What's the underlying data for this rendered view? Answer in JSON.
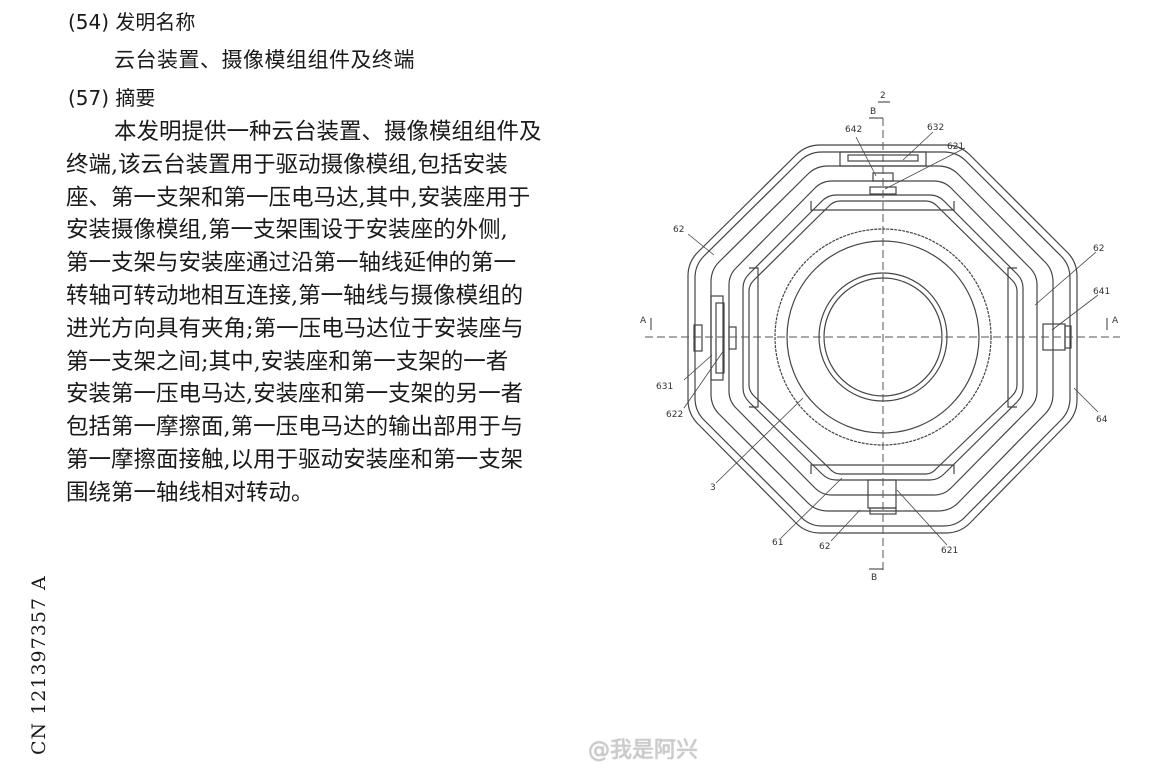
{
  "title_section": {
    "code": "(54)",
    "label": "发明名称",
    "value": "云台装置、摄像模组组件及终端"
  },
  "abstract_section": {
    "code": "(57)",
    "label": "摘要",
    "lines": [
      "本发明提供一种云台装置、摄像模组组件及",
      "终端,该云台装置用于驱动摄像模组,包括安装",
      "座、第一支架和第一压电马达,其中,安装座用于",
      "安装摄像模组,第一支架围设于安装座的外侧,",
      "第一支架与安装座通过沿第一轴线延伸的第一",
      "转轴可转动地相互连接,第一轴线与摄像模组的",
      "进光方向具有夹角;第一压电马达位于安装座与",
      "第一支架之间;其中,安装座和第一支架的一者",
      "安装第一压电马达,安装座和第一支架的另一者",
      "包括第一摩擦面,第一压电马达的输出部用于与",
      "第一摩擦面接触,以用于驱动安装座和第一支架",
      "围绕第一轴线相对转动。"
    ]
  },
  "publication_number": "CN 121397357 A",
  "watermark": "@我是阿兴",
  "figure": {
    "labels": [
      "2",
      "B",
      "642",
      "632",
      "621",
      "62",
      "62",
      "641",
      "A",
      "A",
      "631",
      "622",
      "64",
      "3",
      "61",
      "62",
      "621",
      "B"
    ]
  }
}
